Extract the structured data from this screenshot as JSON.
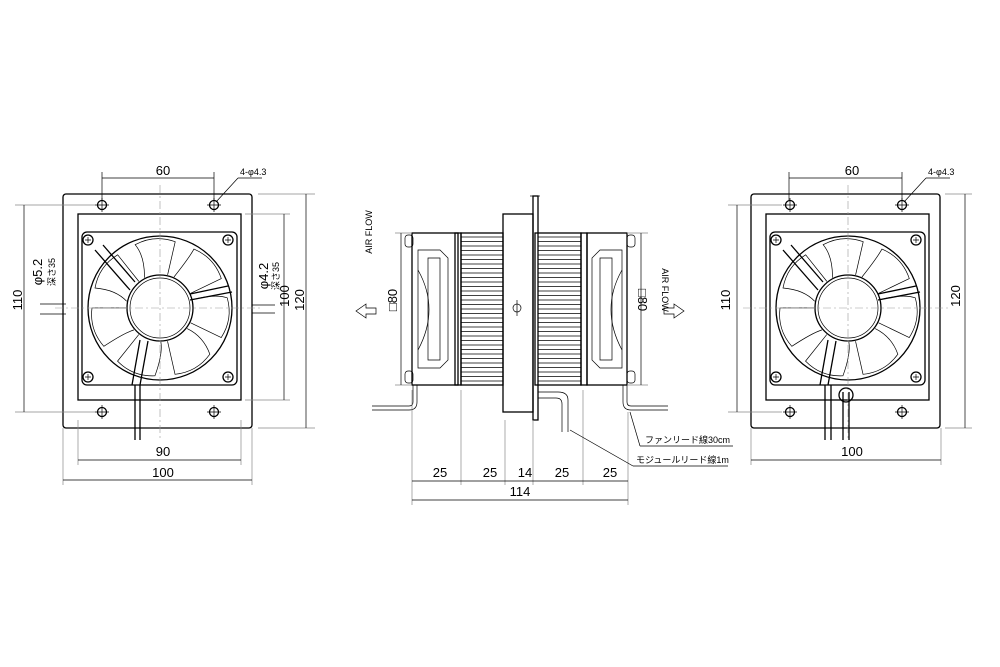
{
  "left_view": {
    "dim_hole_pitch": "60",
    "hole_callout": "4-φ4.3",
    "dim_height_holes": "110",
    "dim_plate_height": "120",
    "dim_inner_height": "100",
    "dim_inner_width": "90",
    "dim_plate_width": "100",
    "left_bore": "φ5.2",
    "left_bore_depth": "深さ35",
    "right_bore": "φ4.2",
    "right_bore_depth": "深さ35"
  },
  "side_view": {
    "airflow_left": "AIR FLOW",
    "airflow_right": "AIR FLOW",
    "fan_size_left": "□80",
    "fan_size_right": "□80",
    "segment_dims": [
      "25",
      "25",
      "14",
      "25",
      "25"
    ],
    "total_length": "114",
    "fan_lead_note": "ファンリード線30cm",
    "module_lead_note": "モジュールリード線1m"
  },
  "right_view": {
    "dim_hole_pitch": "60",
    "hole_callout": "4-φ4.3",
    "dim_height_holes": "110",
    "dim_plate_height": "120",
    "dim_plate_width": "100"
  }
}
